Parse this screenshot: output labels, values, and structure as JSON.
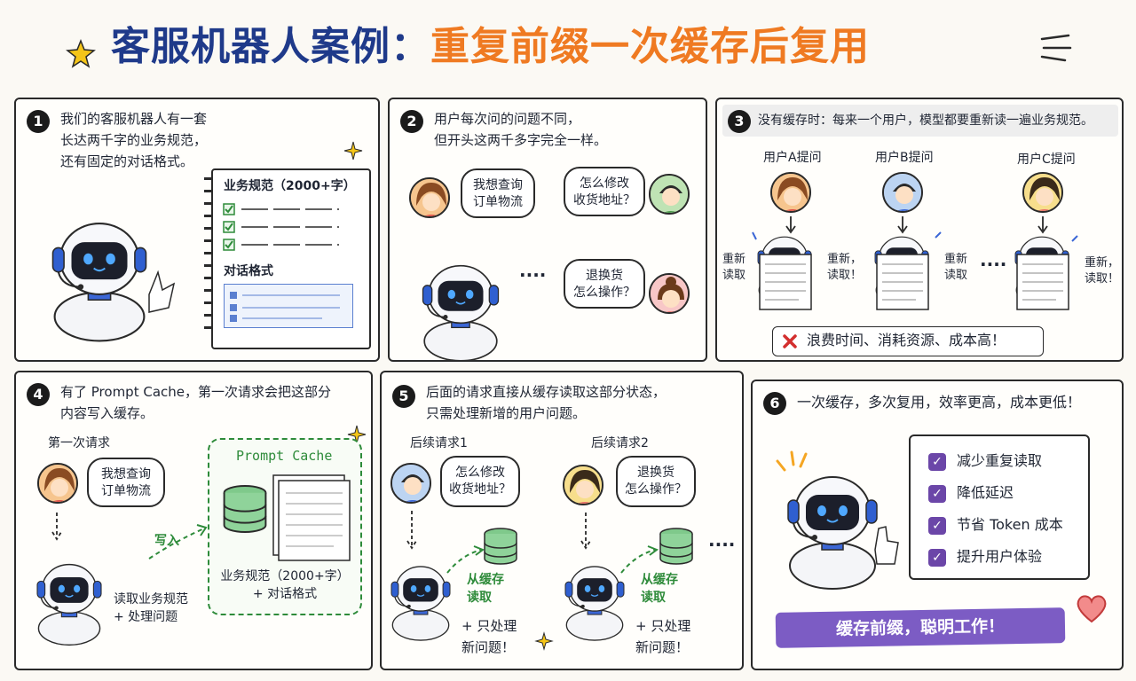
{
  "title": {
    "part1": "客服机器人案例：",
    "part2": "重复前缀一次缓存后复用"
  },
  "panel1": {
    "num": "1",
    "text": "我们的客服机器人有一套\n长达两千字的业务规范，\n还有固定的对话格式。",
    "doc_title": "业务规范（2000+字）",
    "doc_subtitle": "对话格式"
  },
  "panel2": {
    "num": "2",
    "text": "用户每次问的问题不同，\n但开头这两千多字完全一样。",
    "bubble1": "我想查询\n订单物流",
    "bubble2": "怎么修改\n收货地址？",
    "bubble3": "退换货\n怎么操作？",
    "dots": "····"
  },
  "panel3": {
    "num": "3",
    "text": "没有缓存时：每来一个用户，模型都要重新读一遍业务规范。",
    "user_a": "用户A提问",
    "user_b": "用户B提问",
    "user_c": "用户C提问",
    "reread1": "重新\n读取",
    "reread2": "重新，\n读取！",
    "reread3": "重新\n读取",
    "reread4": "重新，\n读取！",
    "dots": "····",
    "banner": "浪费时间、消耗资源、成本高！"
  },
  "panel4": {
    "num": "4",
    "text": "有了 Prompt Cache，第一次请求会把这部分\n内容写入缓存。",
    "first_request": "第一次请求",
    "bubble": "我想查询\n订单物流",
    "read_label": "读取业务规范\n+ 处理问题",
    "write_label": "写入",
    "cache_title": "Prompt Cache",
    "cache_desc": "业务规范（2000+字）\n+ 对话格式"
  },
  "panel5": {
    "num": "5",
    "text": "后面的请求直接从缓存读取这部分状态，\n只需处理新增的用户问题。",
    "req1": "后续请求1",
    "req2": "后续请求2",
    "bubble1": "怎么修改\n收货地址？",
    "bubble2": "退换货\n怎么操作？",
    "from_cache1": "从缓存\n读取",
    "from_cache2": "从缓存\n读取",
    "only1": "+ 只处理\n新问题！",
    "only2": "+ 只处理\n新问题！",
    "dots": "····"
  },
  "panel6": {
    "num": "6",
    "text": "一次缓存，多次复用，效率更高，成本更低！",
    "benefits": [
      "减少重复读取",
      "降低延迟",
      "节省 Token 成本",
      "提升用户体验"
    ],
    "banner": "缓存前缀，聪明工作！"
  },
  "colors": {
    "title_blue": "#1f3a8a",
    "title_orange": "#ef7a22",
    "robot_blue": "#2f5fd0",
    "cache_green": "#2e8b3a",
    "purple": "#6b46a8",
    "red_x": "#d32f2f"
  },
  "icons": [
    "star-icon",
    "sparkle-icon",
    "robot-icon",
    "document-icon",
    "database-icon",
    "check-icon",
    "cross-icon",
    "heart-icon",
    "arrow-icon"
  ]
}
